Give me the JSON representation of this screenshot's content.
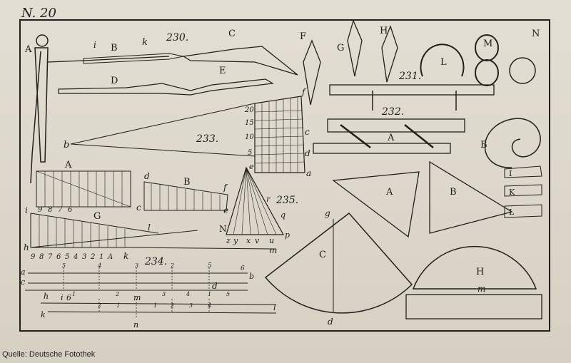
{
  "plate": {
    "number": "N. 20"
  },
  "credit": "Quelle: Deutsche Fotothek",
  "figures": {
    "fig230": {
      "number": "230.",
      "labels": [
        "A",
        "i",
        "B",
        "k",
        "C",
        "D",
        "E"
      ]
    },
    "fig231": {
      "number": "231.",
      "labels": [
        "F",
        "G",
        "H",
        "L",
        "M",
        "N"
      ]
    },
    "fig232": {
      "number": "232.",
      "labels": [
        "A"
      ]
    },
    "fig233": {
      "number": "233.",
      "labels": [
        "b",
        "c",
        "d",
        "a",
        "f"
      ],
      "scale": [
        "20",
        "15",
        "10",
        "5"
      ]
    },
    "fig234": {
      "number": "234.",
      "labels": [
        "A",
        "B",
        "d",
        "c",
        "e",
        "f",
        "G",
        "i",
        "h",
        "k",
        "l",
        "m",
        "a",
        "b",
        "c",
        "d",
        "h",
        "i",
        "6",
        "m",
        "n",
        "k",
        "l",
        "5",
        "6"
      ],
      "top_scale": [
        "9",
        "8",
        "7",
        "6"
      ],
      "bottom_scale": [
        "9",
        "8",
        "7",
        "6",
        "5",
        "4",
        "3",
        "2",
        "1",
        "A",
        "k"
      ],
      "rule_numbers": [
        "5",
        "4",
        "3",
        "2",
        "1",
        "1",
        "2",
        "3",
        "4",
        "5",
        "2",
        "1",
        "1",
        "2",
        "3",
        "4"
      ]
    },
    "fig235": {
      "number": "235.",
      "labels": [
        "N",
        "e",
        "r",
        "q",
        "z",
        "y",
        "x",
        "v",
        "u",
        "p"
      ]
    },
    "instruments": {
      "labels": [
        "B",
        "I",
        "K",
        "L",
        "A",
        "B",
        "C",
        "g",
        "d",
        "H",
        "m"
      ]
    }
  }
}
